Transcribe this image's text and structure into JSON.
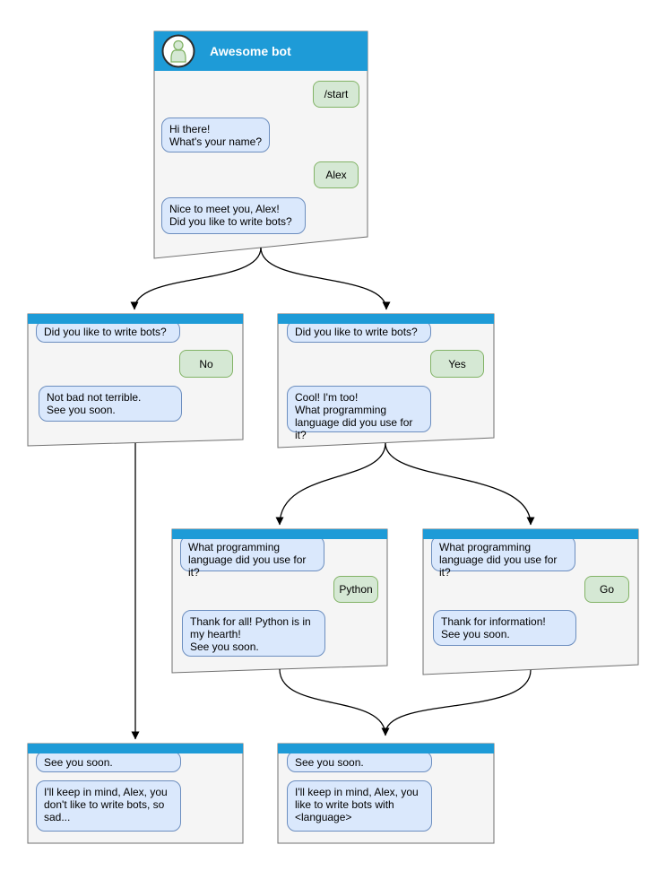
{
  "diagram_title": "Awesome bot",
  "colors": {
    "titlebar": "#1e9bd7",
    "window_fill": "#f5f5f5",
    "window_border": "#707070",
    "bot_bubble_fill": "#dae8fc",
    "bot_bubble_border": "#6c8ebf",
    "user_bubble_fill": "#d5e8d4",
    "user_bubble_border": "#82b366",
    "arrow": "#000000"
  },
  "windows": [
    {
      "name": "main-chat",
      "title": "Awesome bot",
      "avatar_icon": "person-icon",
      "messages": [
        {
          "from": "user",
          "text": "/start"
        },
        {
          "from": "bot",
          "text": "Hi there!\nWhat's your name?"
        },
        {
          "from": "user",
          "text": "Alex"
        },
        {
          "from": "bot",
          "text": "Nice to meet you, Alex!\nDid you like to write bots?"
        }
      ]
    },
    {
      "name": "branch-no",
      "messages": [
        {
          "from": "bot",
          "text": "Did you like to write bots?"
        },
        {
          "from": "user",
          "text": "No"
        },
        {
          "from": "bot",
          "text": "Not bad not terrible.\nSee you soon."
        }
      ]
    },
    {
      "name": "branch-yes",
      "messages": [
        {
          "from": "bot",
          "text": "Did you like to write bots?"
        },
        {
          "from": "user",
          "text": "Yes"
        },
        {
          "from": "bot",
          "text": "Cool! I'm too!\nWhat programming\nlanguage did you use for it?"
        }
      ]
    },
    {
      "name": "branch-python",
      "messages": [
        {
          "from": "bot",
          "text": "What programming\nlanguage did you use for it?"
        },
        {
          "from": "user",
          "text": "Python"
        },
        {
          "from": "bot",
          "text": "Thank for all! Python is in\nmy hearth!\nSee you soon."
        }
      ]
    },
    {
      "name": "branch-go",
      "messages": [
        {
          "from": "bot",
          "text": "What programming\nlanguage did you use for it?"
        },
        {
          "from": "user",
          "text": "Go"
        },
        {
          "from": "bot",
          "text": "Thank for information!\nSee you soon."
        }
      ]
    },
    {
      "name": "end-no",
      "messages": [
        {
          "from": "bot",
          "text": "See you soon."
        },
        {
          "from": "bot",
          "text": "I'll keep in mind, Alex, you\ndon't like to write bots, so\nsad..."
        }
      ]
    },
    {
      "name": "end-yes",
      "messages": [
        {
          "from": "bot",
          "text": "See you soon."
        },
        {
          "from": "bot",
          "text": "I'll keep in mind, Alex, you\nlike to write bots with\n<language>"
        }
      ]
    }
  ]
}
